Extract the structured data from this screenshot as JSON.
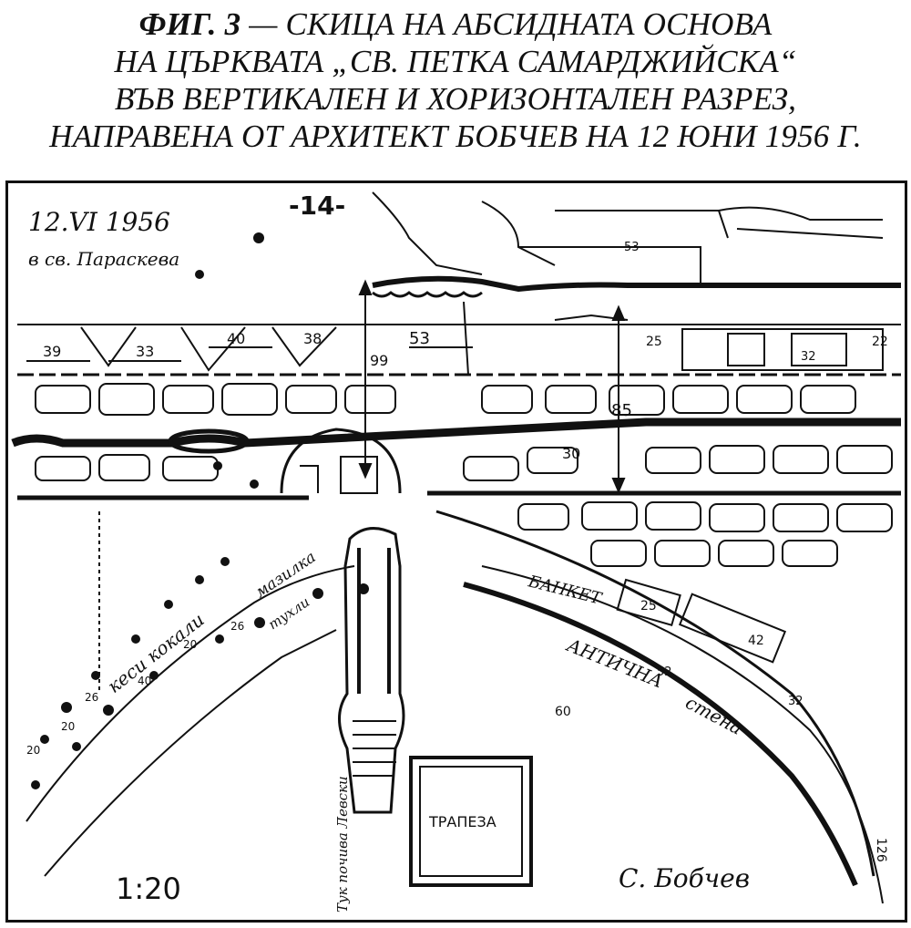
{
  "caption": {
    "fig_label": "ФИГ. 3",
    "line1_rest": " — СКИЦА НА АБСИДНАТА ОСНОВА",
    "line2": "НА ЦЪРКВАТА „СВ. ПЕТКА САМАРДЖИЙСКА“",
    "line3": "ВЪВ ВЕРТИКАЛЕН И ХОРИЗОНТАЛЕН РАЗРЕЗ,",
    "line4": "НАПРАВЕНА ОТ АРХИТЕКТ БОБЧЕВ НА 12 ЮНИ 1956 Г."
  },
  "sketch": {
    "page_number": "-14-",
    "date_note": "12.VI 1956",
    "place_note": "в св. Параскева",
    "scale": "1:20",
    "signature": "С. Бобчев",
    "table_label": "ТРАПЕЗА",
    "wall_label_1": "АНТИЧНА",
    "wall_label_2": "стена",
    "banket_label": "БАНКЕТ",
    "bones_label": "кеси кокали",
    "mazilka_label": "мазилка",
    "tuhla_label": "тухли",
    "grave_label": "Тук почива Левски",
    "dimensions": [
      "39",
      "33",
      "40",
      "38",
      "53",
      "99",
      "85",
      "30",
      "53",
      "25",
      "22",
      "32",
      "25",
      "42",
      "52",
      "60",
      "20",
      "20",
      "26",
      "40",
      "20",
      "26",
      "32",
      "126"
    ]
  }
}
